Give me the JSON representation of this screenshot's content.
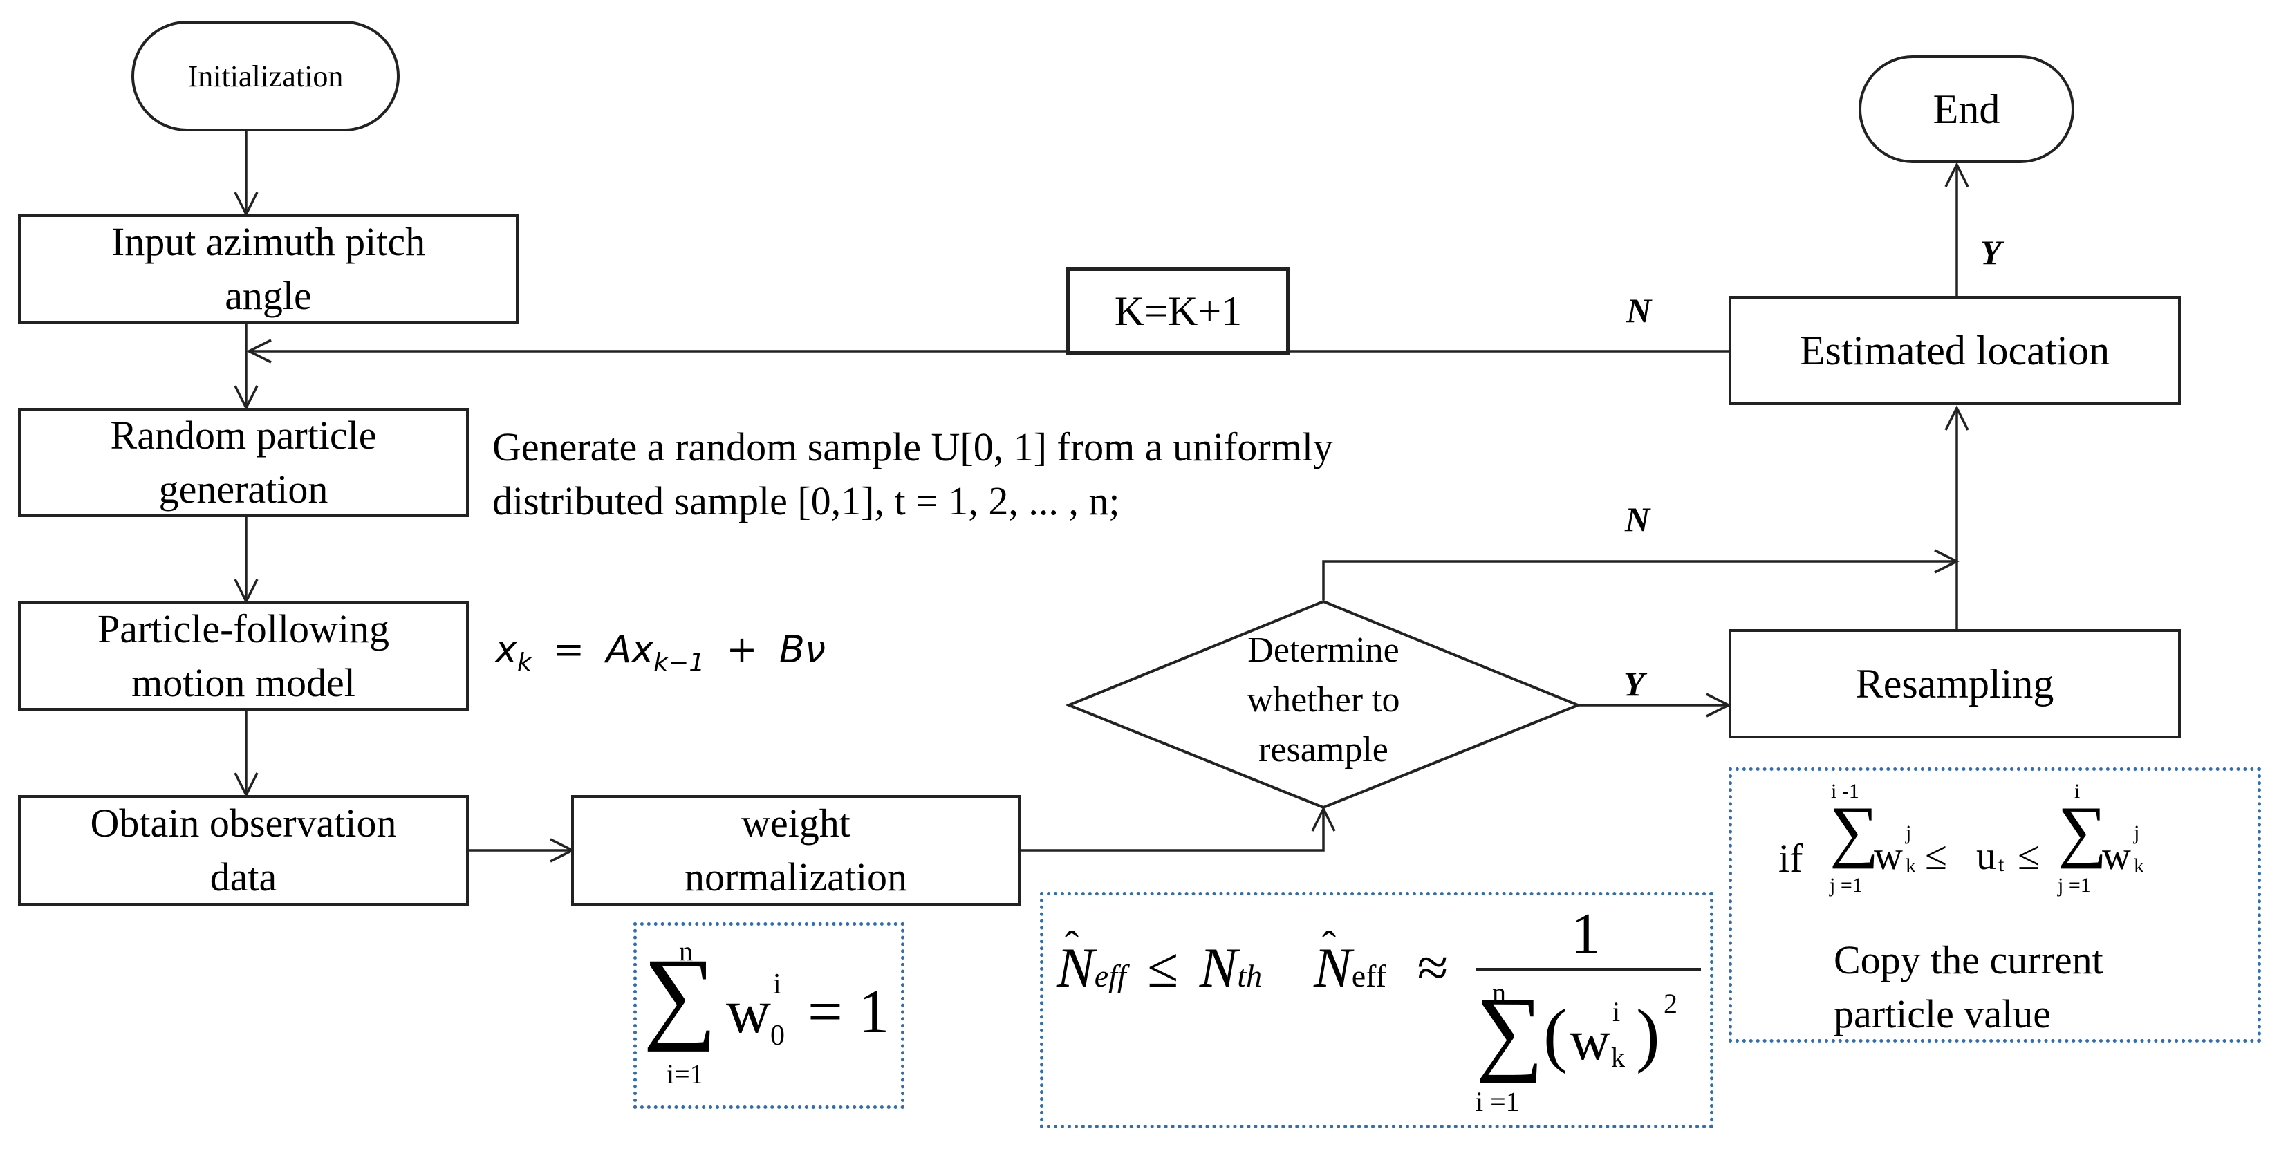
{
  "nodes": {
    "initialization": "Initialization",
    "input_line1": "Input azimuth pitch",
    "input_line2": "angle",
    "random_line1": "Random particle",
    "random_line2": "generation",
    "motion_line1": "Particle-following",
    "motion_line2": "motion model",
    "observe_line1": "Obtain observation",
    "observe_line2": "data",
    "weight_line1": "weight",
    "weight_line2": "normalization",
    "decision_line1": "Determine",
    "decision_line2": "whether to",
    "decision_line3": "resample",
    "resampling": "Resampling",
    "estimated": "Estimated location",
    "end": "End",
    "counter": "K=K+1"
  },
  "edge_labels": {
    "no_top": "N",
    "no_mid": "N",
    "yes_resample": "Y",
    "yes_end": "Y"
  },
  "annotations": {
    "sample_line1": "Generate a random sample U[0,  1] from a uniformly",
    "sample_line2": "distributed sample [0,1], t = 1, 2, ... , n;",
    "copy_line1": "Copy the current",
    "copy_line2": "particle  value"
  },
  "colors": {
    "line": "#222222",
    "dotted_border": "#2f6db5"
  }
}
